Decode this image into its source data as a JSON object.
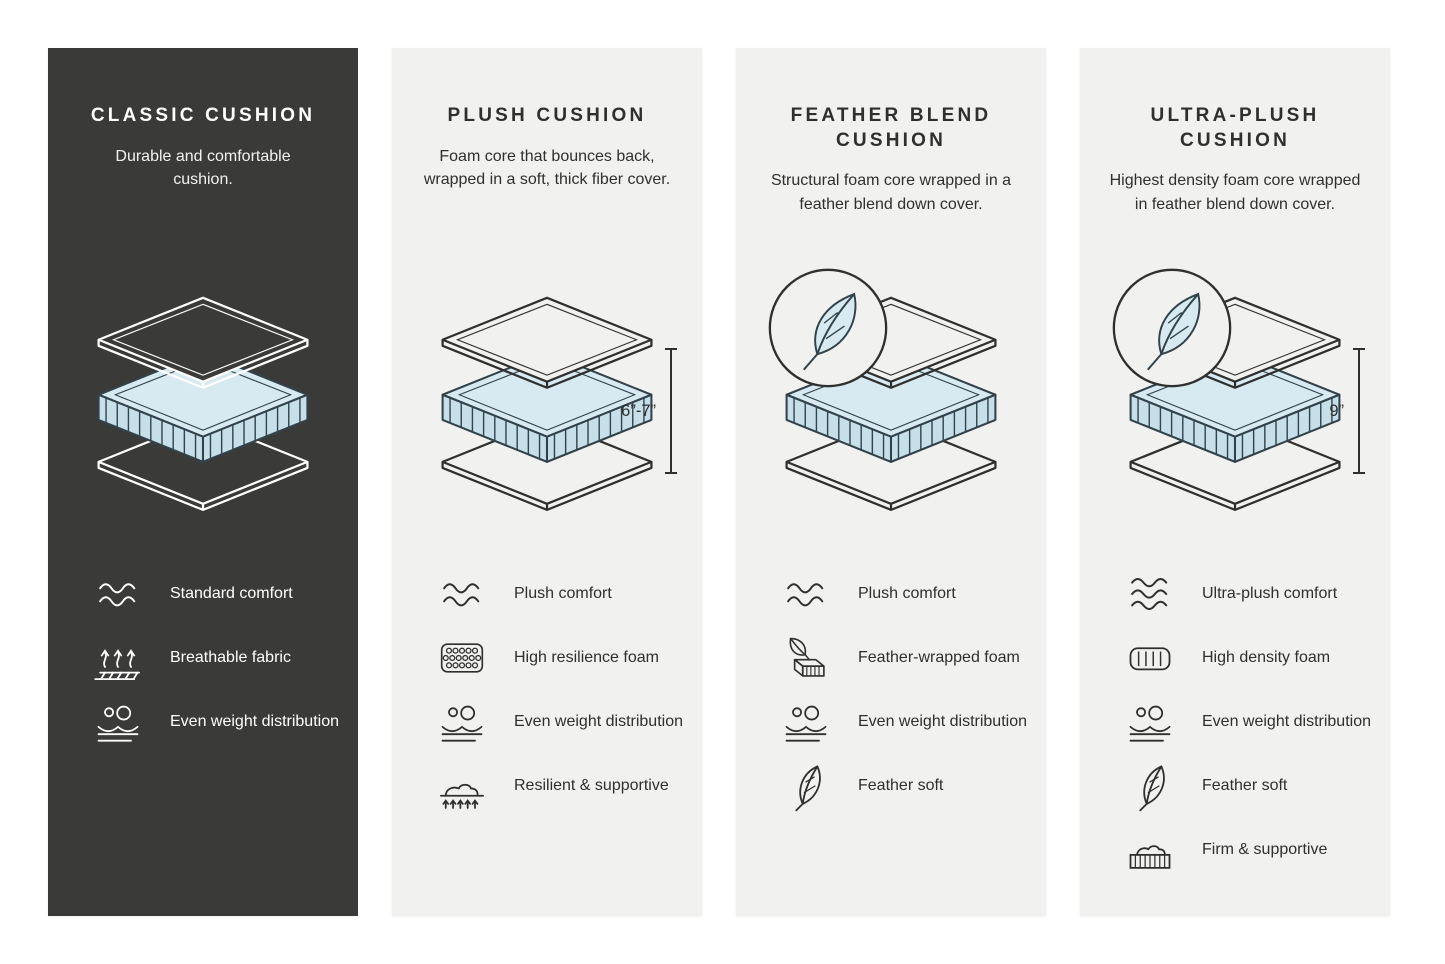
{
  "page": {
    "background": "#FFFFFF",
    "type": "cushion-comparison-infographic"
  },
  "colors": {
    "dark_card": "#3A3A38",
    "light_card": "#F1F1F0",
    "foam_blue_top": "#D7EAF1",
    "foam_blue_side": "#C6DFE9",
    "outline": "#32424A",
    "text_dark": "#2F2F2E",
    "text_light": "#FFFFFF"
  },
  "columns": [
    {
      "id": "classic",
      "theme": "dark",
      "title": "CLASSIC CUSHION",
      "description": "Durable and comfortable cushion.",
      "has_feather_badge": false,
      "measurement": "",
      "features": [
        {
          "icon": "waves-icon",
          "label": "Standard comfort"
        },
        {
          "icon": "breathable-fabric-icon",
          "label": "Breathable fabric"
        },
        {
          "icon": "weight-distribution-icon",
          "label": "Even weight distribution"
        }
      ]
    },
    {
      "id": "plush",
      "theme": "light",
      "title": "PLUSH CUSHION",
      "description": "Foam core that bounces back, wrapped in a soft, thick fiber cover.",
      "has_feather_badge": false,
      "measurement": "6”-7”",
      "features": [
        {
          "icon": "waves-icon",
          "label": "Plush comfort"
        },
        {
          "icon": "resilience-foam-icon",
          "label": "High resilience foam"
        },
        {
          "icon": "weight-distribution-icon",
          "label": "Even weight distribution"
        },
        {
          "icon": "resilient-supportive-icon",
          "label": "Resilient & supportive"
        }
      ]
    },
    {
      "id": "feather-blend",
      "theme": "light",
      "title": "FEATHER BLEND CUSHION",
      "description": "Structural foam core wrapped in a feather blend down cover.",
      "has_feather_badge": true,
      "measurement": "",
      "features": [
        {
          "icon": "waves-icon",
          "label": "Plush comfort"
        },
        {
          "icon": "feather-wrapped-foam-icon",
          "label": "Feather-wrapped foam"
        },
        {
          "icon": "weight-distribution-icon",
          "label": "Even weight distribution"
        },
        {
          "icon": "feather-icon",
          "label": "Feather soft"
        }
      ]
    },
    {
      "id": "ultra-plush",
      "theme": "light",
      "title": "ULTRA-PLUSH CUSHION",
      "description": "Highest density foam core wrapped in feather blend down cover.",
      "has_feather_badge": true,
      "measurement": "9”",
      "features": [
        {
          "icon": "waves-icon",
          "label": "Ultra-plush comfort"
        },
        {
          "icon": "high-density-foam-icon",
          "label": "High density foam"
        },
        {
          "icon": "weight-distribution-icon",
          "label": "Even weight distribution"
        },
        {
          "icon": "feather-icon",
          "label": "Feather soft"
        },
        {
          "icon": "firm-supportive-icon",
          "label": "Firm & supportive"
        }
      ]
    }
  ]
}
